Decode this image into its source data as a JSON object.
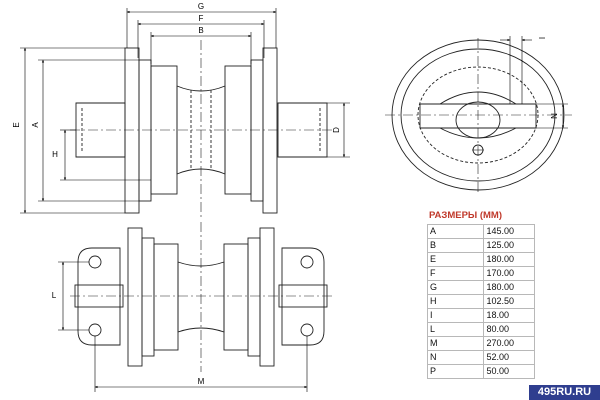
{
  "labels": {
    "top_G": "G",
    "top_F": "F",
    "top_B": "B",
    "left_E": "E",
    "left_A": "A",
    "left_H": "H",
    "right_D": "D",
    "side_I": "I",
    "side_N": "N",
    "bottom_L": "L",
    "bottom_M": "M"
  },
  "table": {
    "title": "РАЗМЕРЫ (ММ)",
    "rows": [
      {
        "key": "A",
        "value": "145.00"
      },
      {
        "key": "B",
        "value": "125.00"
      },
      {
        "key": "E",
        "value": "180.00"
      },
      {
        "key": "F",
        "value": "170.00"
      },
      {
        "key": "G",
        "value": "180.00"
      },
      {
        "key": "H",
        "value": "102.50"
      },
      {
        "key": "I",
        "value": "18.00"
      },
      {
        "key": "L",
        "value": "80.00"
      },
      {
        "key": "M",
        "value": "270.00"
      },
      {
        "key": "N",
        "value": "52.00"
      },
      {
        "key": "P",
        "value": "50.00"
      }
    ]
  },
  "watermark": "495RU.RU",
  "colors": {
    "title": "#c0392b",
    "watermark_bg": "#2f3e8f"
  }
}
